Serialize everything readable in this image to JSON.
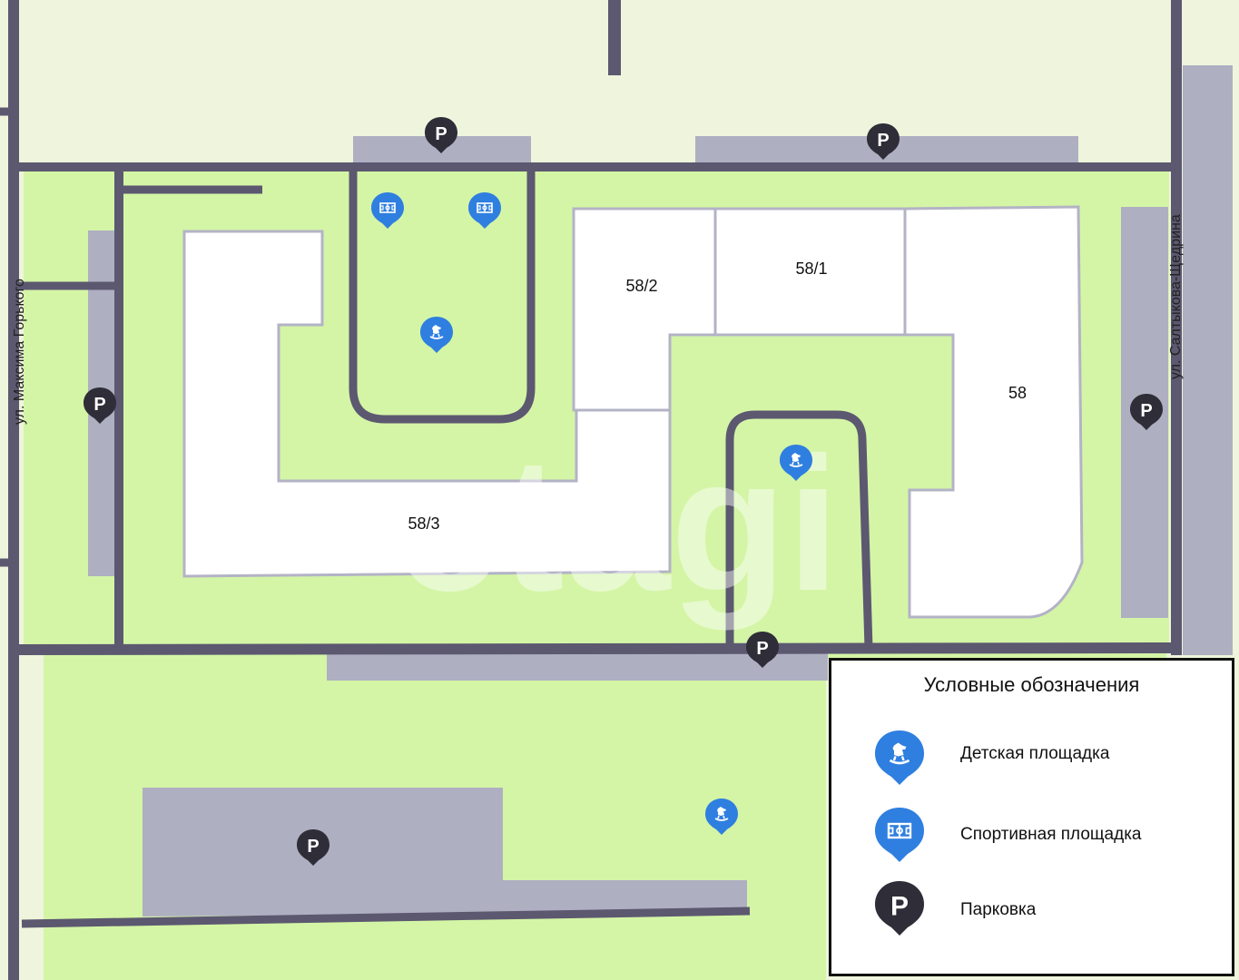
{
  "buildings": {
    "b58_3": "58/3",
    "b58_2": "58/2",
    "b58_1": "58/1",
    "b58": "58"
  },
  "streets": {
    "west": "ул. Максима Горького",
    "east": "ул. Салтыкова-Щедрина"
  },
  "watermark": "etagi",
  "legend": {
    "title": "Условные обозначения",
    "items": [
      {
        "icon": "rocking-horse-icon",
        "label": "Детская площадка"
      },
      {
        "icon": "sports-field-icon",
        "label": "Спортивная площадка"
      },
      {
        "icon": "parking-icon",
        "label": "Парковка"
      }
    ]
  },
  "parking_symbol": "P",
  "colors": {
    "background": "#eef5dc",
    "green_area": "#d4f5a6",
    "building": "#ffffff",
    "building_outline": "#b3b3c6",
    "road": "#5c5870",
    "parking_lot": "#afafc2",
    "pin_blue": "#2f7fe0",
    "pin_dark": "#2e2d38"
  }
}
